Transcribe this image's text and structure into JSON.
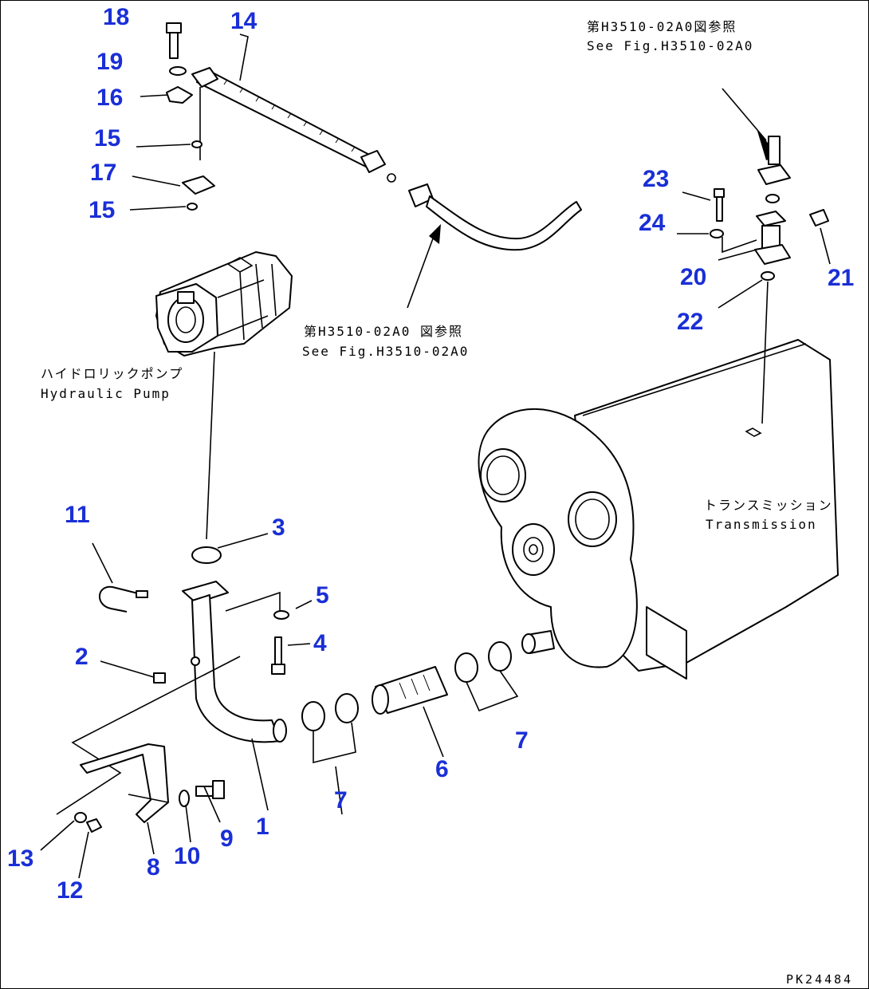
{
  "callouts": [
    {
      "id": "1",
      "label": "1"
    },
    {
      "id": "2",
      "label": "2"
    },
    {
      "id": "3",
      "label": "3"
    },
    {
      "id": "4",
      "label": "4"
    },
    {
      "id": "5",
      "label": "5"
    },
    {
      "id": "6",
      "label": "6"
    },
    {
      "id": "7a",
      "label": "7"
    },
    {
      "id": "7b",
      "label": "7"
    },
    {
      "id": "8",
      "label": "8"
    },
    {
      "id": "9",
      "label": "9"
    },
    {
      "id": "10",
      "label": "10"
    },
    {
      "id": "11",
      "label": "11"
    },
    {
      "id": "12",
      "label": "12"
    },
    {
      "id": "13",
      "label": "13"
    },
    {
      "id": "14",
      "label": "14"
    },
    {
      "id": "15a",
      "label": "15"
    },
    {
      "id": "15b",
      "label": "15"
    },
    {
      "id": "16",
      "label": "16"
    },
    {
      "id": "17",
      "label": "17"
    },
    {
      "id": "18",
      "label": "18"
    },
    {
      "id": "19",
      "label": "19"
    },
    {
      "id": "20",
      "label": "20"
    },
    {
      "id": "21",
      "label": "21"
    },
    {
      "id": "22",
      "label": "22"
    },
    {
      "id": "23",
      "label": "23"
    },
    {
      "id": "24",
      "label": "24"
    }
  ],
  "captions": {
    "ref_top_jp": "第H3510-02A0図参照",
    "ref_top_en": "See Fig.H3510-02A0",
    "ref_mid_jp": "第H3510-02A0 図参照",
    "ref_mid_en": "See Fig.H3510-02A0",
    "pump_jp": "ハイドロリックポンプ",
    "pump_en": "Hydraulic Pump",
    "trans_jp": "トランスミッション",
    "trans_en": "Transmission",
    "drawing_code": "PK24484"
  }
}
